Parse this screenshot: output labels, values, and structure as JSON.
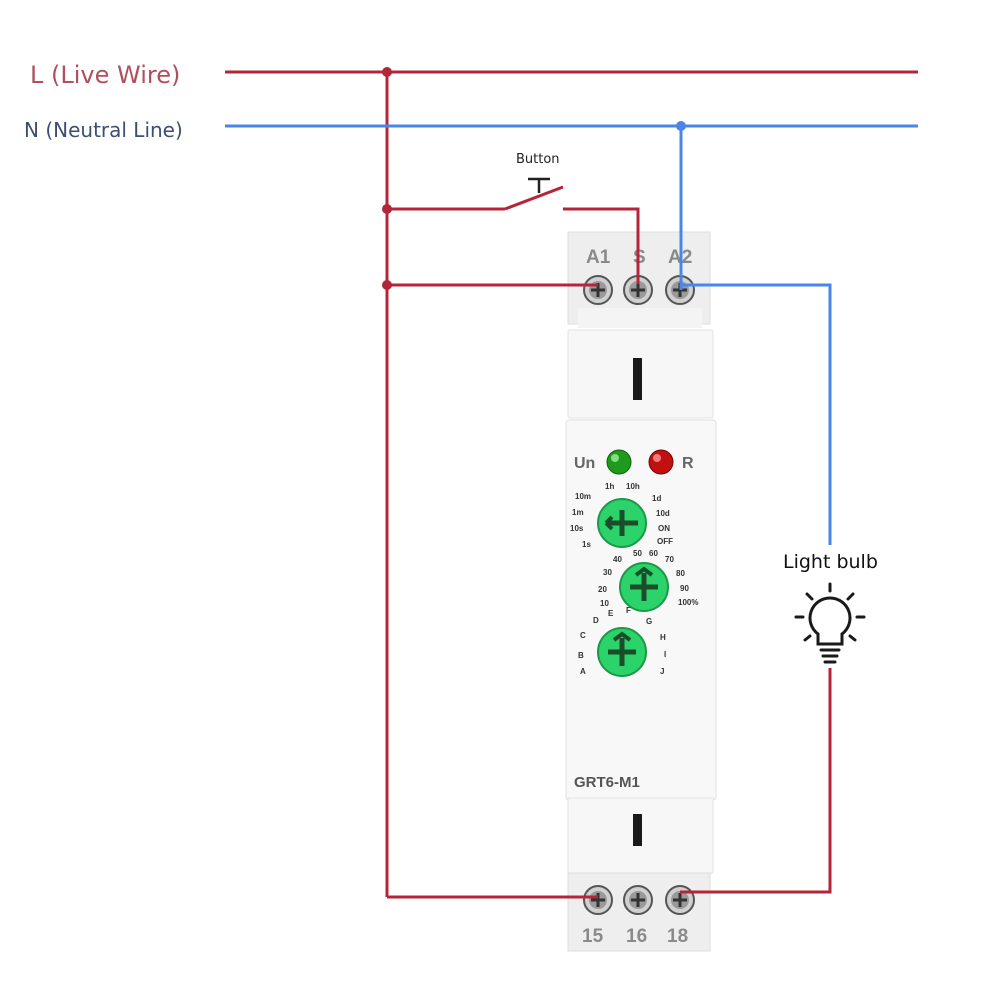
{
  "labels": {
    "live": "L (Live Wire)",
    "neutral": "N (Neutral Line)",
    "button": "Button",
    "light_bulb": "Light bulb"
  },
  "device": {
    "model": "GRT6-M1",
    "top_terminals": [
      "A1",
      "S",
      "A2"
    ],
    "bottom_terminals": [
      "15",
      "16",
      "18"
    ],
    "led_power": "Un",
    "led_relay": "R",
    "dial_time": [
      "1s",
      "10s",
      "1m",
      "10m",
      "1h",
      "10h",
      "1d",
      "10d",
      "ON",
      "OFF"
    ],
    "dial_percent": [
      "10",
      "20",
      "30",
      "40",
      "50",
      "60",
      "70",
      "80",
      "90",
      "100%"
    ],
    "dial_mode": [
      "A",
      "B",
      "C",
      "D",
      "E",
      "F",
      "G",
      "H",
      "I",
      "J"
    ]
  },
  "colors": {
    "live_wire": "#b5253a",
    "neutral_wire": "#4a86e8",
    "led_green": "#1f9a1f",
    "led_red": "#c01010",
    "knob": "#2bd36a"
  },
  "icons": {
    "bulb": "light-bulb-icon",
    "screw": "screw-terminal-icon",
    "knob": "adjust-knob-icon"
  }
}
